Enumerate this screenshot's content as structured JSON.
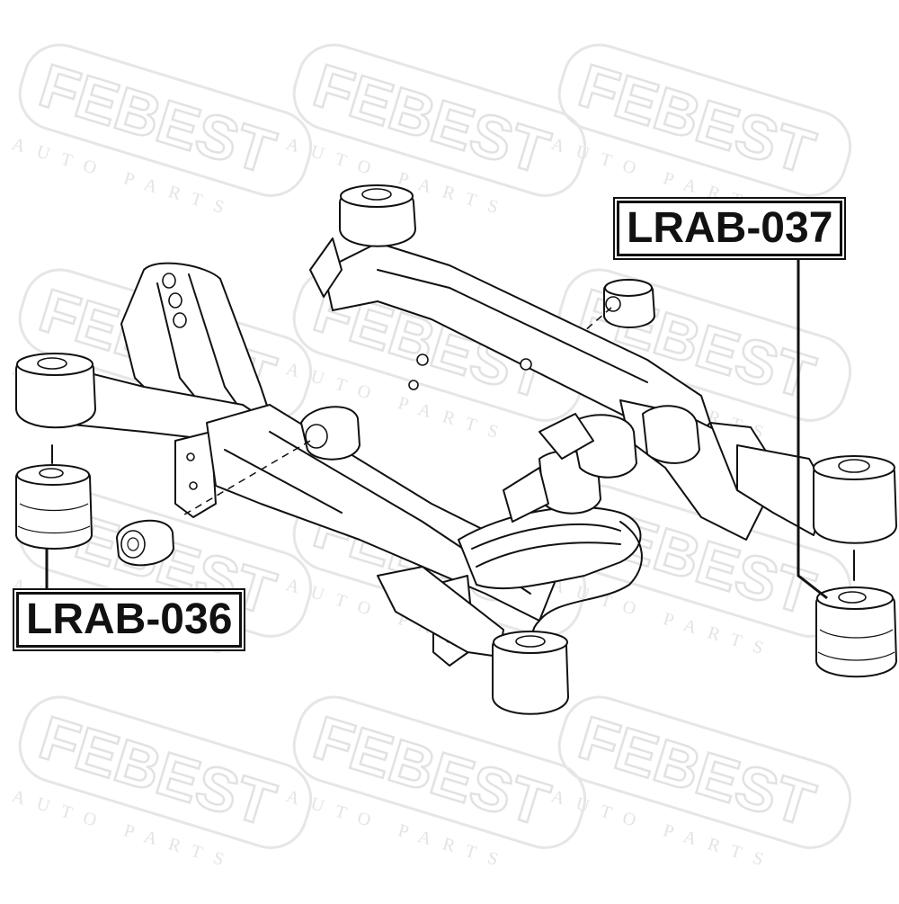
{
  "watermark": {
    "brand": "FEBEST",
    "tagline": "AUTO PARTS"
  },
  "labels": {
    "part_a": "LRAB-037",
    "part_b": "LRAB-036"
  },
  "colors": {
    "ink": "#111111",
    "watermark": "#e4e4e4",
    "background": "#ffffff"
  }
}
